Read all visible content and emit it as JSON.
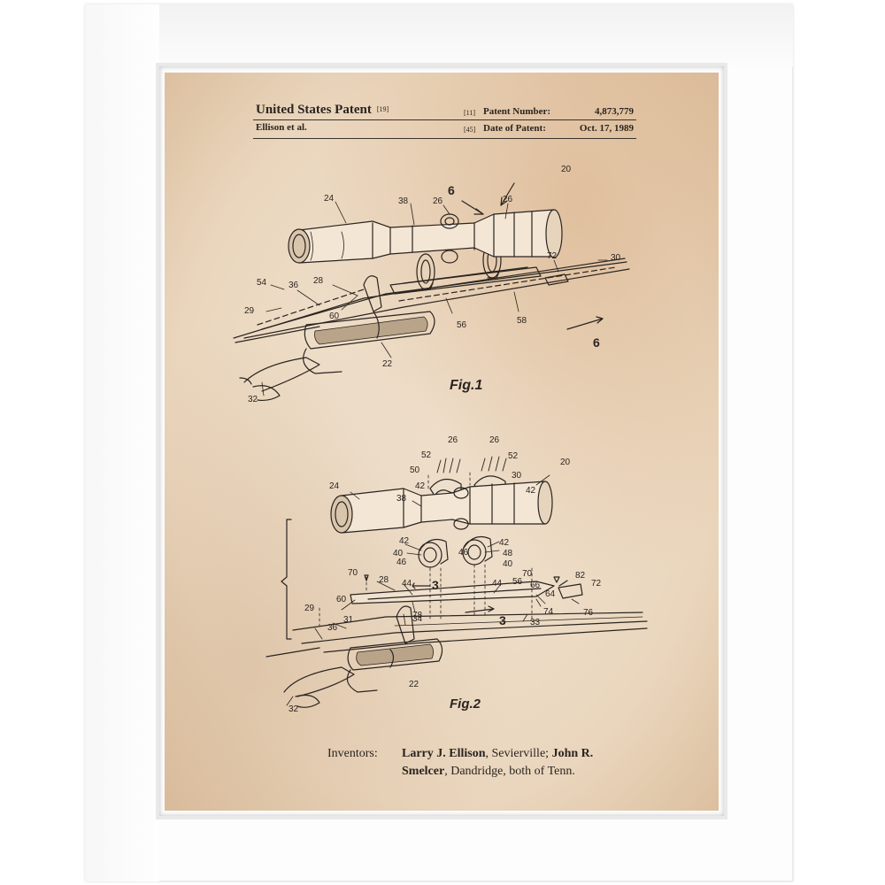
{
  "patent": {
    "title": "United States Patent",
    "title_code": "[19]",
    "authors": "Ellison et al.",
    "number_code": "[11]",
    "number_label": "Patent Number:",
    "number_value": "4,873,779",
    "date_code": "[45]",
    "date_label": "Date of Patent:",
    "date_value": "Oct. 17, 1989"
  },
  "figures": {
    "fig1_label": "Fig.1",
    "fig2_label": "Fig.2",
    "fig1_refs": [
      "20",
      "24",
      "38",
      "26",
      "6",
      "26",
      "72",
      "30",
      "54",
      "36",
      "28",
      "29",
      "60",
      "56",
      "58",
      "6",
      "22",
      "32"
    ],
    "fig2_refs": [
      "26",
      "26",
      "52",
      "52",
      "50",
      "30",
      "42",
      "42",
      "20",
      "24",
      "38",
      "42",
      "42",
      "40",
      "46",
      "46",
      "48",
      "40",
      "70",
      "82",
      "72",
      "28",
      "44",
      "3",
      "44",
      "56",
      "66",
      "64",
      "60",
      "78",
      "74",
      "76",
      "70",
      "29",
      "36",
      "31",
      "34",
      "3",
      "33",
      "22",
      "32"
    ]
  },
  "inventors": {
    "label": "Inventors:",
    "name1": "Larry J. Ellison",
    "text1": ", Sevierville; ",
    "name2_a": "John R.",
    "name2_b": "Smelcer",
    "text2": ", Dandridge, both of Tenn."
  },
  "colors": {
    "frame": "#ffffff",
    "paper": "#ecdcc6",
    "ink": "#2a2420"
  }
}
